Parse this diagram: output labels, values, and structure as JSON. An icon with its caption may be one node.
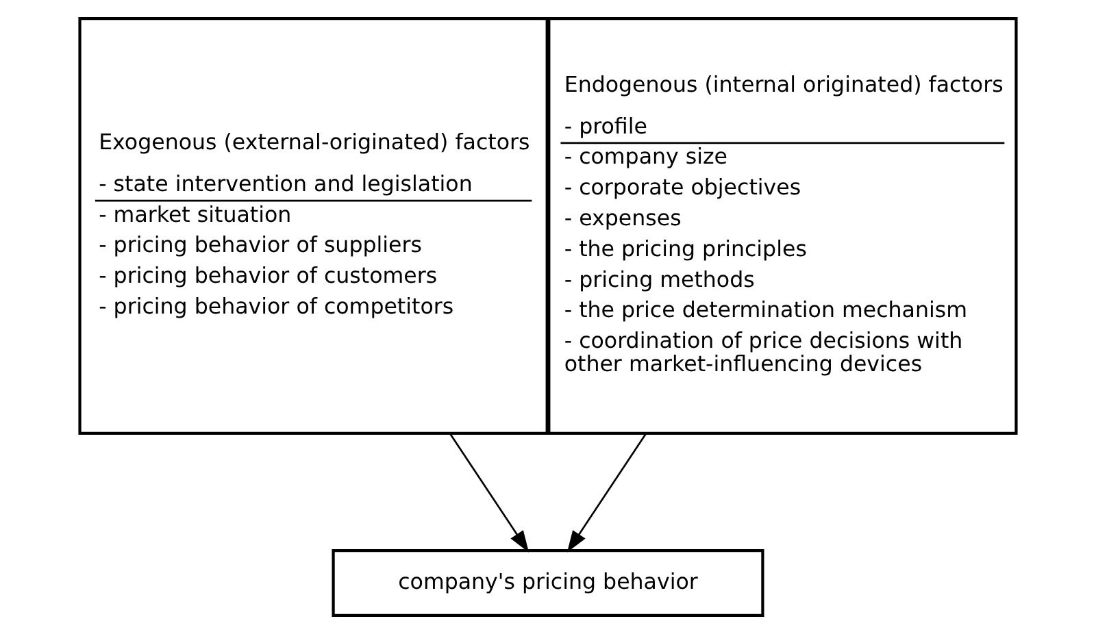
{
  "diagram": {
    "nodes": [
      {
        "text": [
          "Exogenous (external-originated) factors",
          "- state intervention and legislation",
          "- market situation",
          "- pricing behavior of suppliers",
          "- pricing behavior of customers",
          "- pricing behavior of competitors"
        ]
      },
      {
        "text": [
          "Endogenous (internal originated) factors",
          "- profile",
          "- company size",
          "- corporate objectives",
          "- expenses",
          "- the pricing principles",
          "- pricing methods",
          "- the price determination mechanism",
          "- coordination of price decisions with other market-influencing devices"
        ]
      },
      {
        "text": [
          "company's pricing behavior"
        ]
      }
    ],
    "edges": [
      {
        "from": 0,
        "to": 2,
        "arrow": "to"
      },
      {
        "from": 1,
        "to": 2,
        "arrow": "to"
      }
    ]
  }
}
